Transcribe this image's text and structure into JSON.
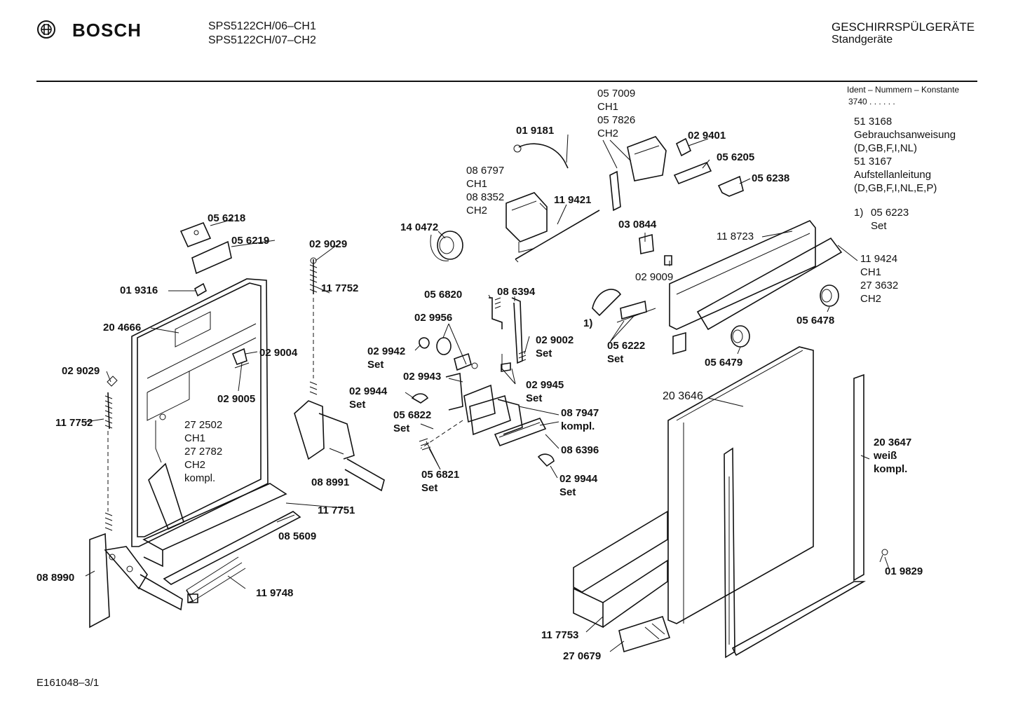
{
  "header": {
    "brand": "BOSCH",
    "model_line_1": "SPS5122CH/06–CH1",
    "model_line_2": "SPS5122CH/07–CH2",
    "category": "GESCHIRRSPÜLGERÄTE",
    "subcategory": "Standgeräte"
  },
  "ident": {
    "title": "Ident – Nummern – Konstante",
    "value": "3740  .  .    .  .  .  .",
    "docs": [
      "51 3168",
      "Gebrauchsanweisung",
      "(D,GB,F,I,NL)",
      "51 3167",
      "Aufstellanleitung",
      "(D,GB,F,I,NL,E,P)"
    ],
    "footnote_marker": "1)",
    "footnote_part": "05 6223",
    "footnote_text": "Set"
  },
  "labels": [
    {
      "text": "05 7009\nCH1\n05 7826\nCH2",
      "bold": false
    },
    {
      "text": "01 9181",
      "bold": true
    },
    {
      "text": "02 9401",
      "bold": true
    },
    {
      "text": "05 6205",
      "bold": true
    },
    {
      "text": "05 6238",
      "bold": true
    },
    {
      "text": "08 6797\nCH1\n08 8352\nCH2",
      "bold": false
    },
    {
      "text": "11 9421",
      "bold": true
    },
    {
      "text": "14 0472",
      "bold": true
    },
    {
      "text": "03 0844",
      "bold": true
    },
    {
      "text": "02 9009",
      "bold": false
    },
    {
      "text": "11 8723",
      "bold": false
    },
    {
      "text": "11 9424\nCH1\n27 3632\nCH2",
      "bold": false
    },
    {
      "text": "05 6478",
      "bold": true
    },
    {
      "text": "05 6218",
      "bold": true
    },
    {
      "text": "05 6219",
      "bold": true
    },
    {
      "text": "02 9029",
      "bold": true
    },
    {
      "text": "11 7752",
      "bold": true
    },
    {
      "text": "01 9316",
      "bold": true
    },
    {
      "text": "20 4666",
      "bold": true
    },
    {
      "text": "05 6820",
      "bold": true
    },
    {
      "text": "08 6394",
      "bold": true
    },
    {
      "text": "02 9956",
      "bold": true
    },
    {
      "text": "1)",
      "bold": true
    },
    {
      "text": "05 6222\nSet",
      "bold": true
    },
    {
      "text": "05 6479",
      "bold": true
    },
    {
      "text": "02 9942\nSet",
      "bold": true
    },
    {
      "text": "02 9002\nSet",
      "bold": true
    },
    {
      "text": "02 9004",
      "bold": true
    },
    {
      "text": "02 9943",
      "bold": true
    },
    {
      "text": "02 9945\nSet",
      "bold": true
    },
    {
      "text": "02 9944\nSet",
      "bold": true
    },
    {
      "text": "02 9005",
      "bold": true
    },
    {
      "text": "20 3646",
      "bold": false
    },
    {
      "text": "02 9029",
      "bold": true
    },
    {
      "text": "05 6822\nSet",
      "bold": true
    },
    {
      "text": "08 7947\nkompl.",
      "bold": true
    },
    {
      "text": "11 7752",
      "bold": true
    },
    {
      "text": "27 2502\nCH1\n27 2782\nCH2\nkompl.",
      "bold": false
    },
    {
      "text": "08 6396",
      "bold": true
    },
    {
      "text": "20 3647\nweiß\nkompl.",
      "bold": true
    },
    {
      "text": "05 6821\nSet",
      "bold": true
    },
    {
      "text": "02 9944\nSet",
      "bold": true
    },
    {
      "text": "08 8991",
      "bold": true
    },
    {
      "text": "11 7751",
      "bold": true
    },
    {
      "text": "08 5609",
      "bold": true
    },
    {
      "text": "08 8990",
      "bold": true
    },
    {
      "text": "11 9748",
      "bold": true
    },
    {
      "text": "01 9829",
      "bold": true
    },
    {
      "text": "11 7753",
      "bold": true
    },
    {
      "text": "27 0679",
      "bold": true
    }
  ],
  "footer": {
    "doc_code": "E161048–3/1"
  }
}
